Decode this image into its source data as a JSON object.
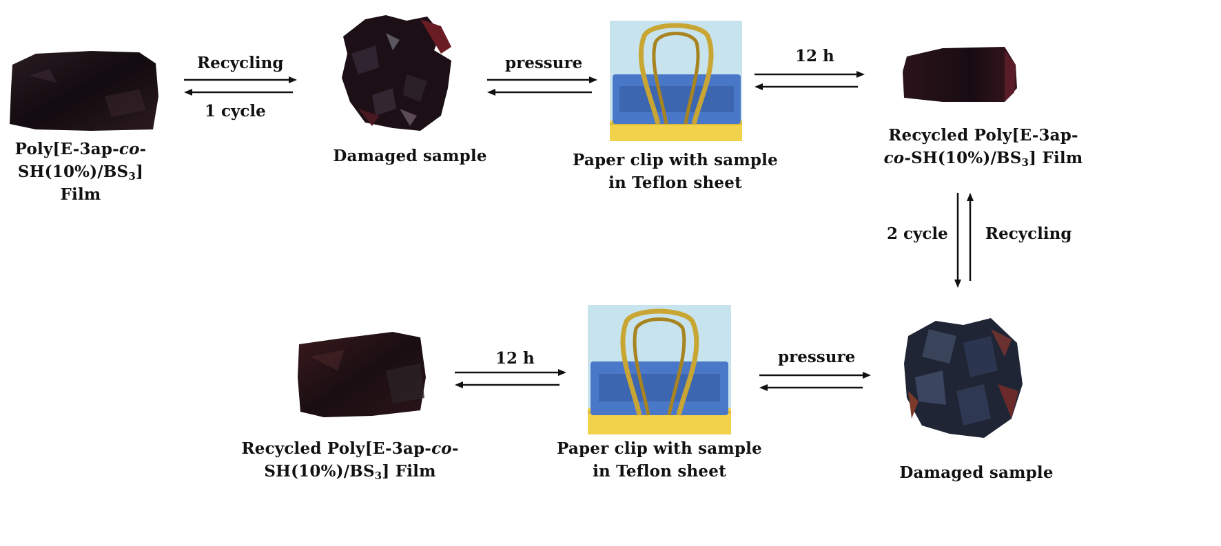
{
  "steps": {
    "original_film": {
      "line1_pre": "Poly[E-3ap-",
      "line1_it": "co",
      "line1_post": "-",
      "line2_pre": "SH(10%)/BS",
      "line2_sub": "3",
      "line2_post": "]",
      "line3": "Film"
    },
    "damaged_1": {
      "label": "Damaged sample"
    },
    "clip_1": {
      "line1": "Paper clip with sample",
      "line2": "in Teflon sheet"
    },
    "recycled_1": {
      "line1": "Recycled Poly[E-3ap-",
      "line2_it": "co",
      "line2_pre": "-SH(10%)/BS",
      "line2_sub": "3",
      "line2_post": "] Film"
    },
    "damaged_2": {
      "label": "Damaged sample"
    },
    "clip_2": {
      "line1": "Paper clip with sample",
      "line2": "in Teflon sheet"
    },
    "recycled_2": {
      "line1_pre": "Recycled Poly[E-3ap-",
      "line1_it": "co",
      "line1_post": "-",
      "line2_pre": "SH(10%)/BS",
      "line2_sub": "3",
      "line2_post": "] Film"
    }
  },
  "arrows": {
    "a1_top": "Recycling",
    "a1_bottom": "1 cycle",
    "a2_top": "pressure",
    "a3_top": "12 h",
    "a4_left": "2 cycle",
    "a4_right": "Recycling",
    "a5_top": "pressure",
    "a6_top": "12 h"
  },
  "colors": {
    "clip_blue": "#4a78c8",
    "clip_gold": "#c9a634",
    "teflon_yellow": "#f2d24a",
    "bg_light_blue": "#c7e4ee",
    "film_dark": "#1b1216"
  }
}
